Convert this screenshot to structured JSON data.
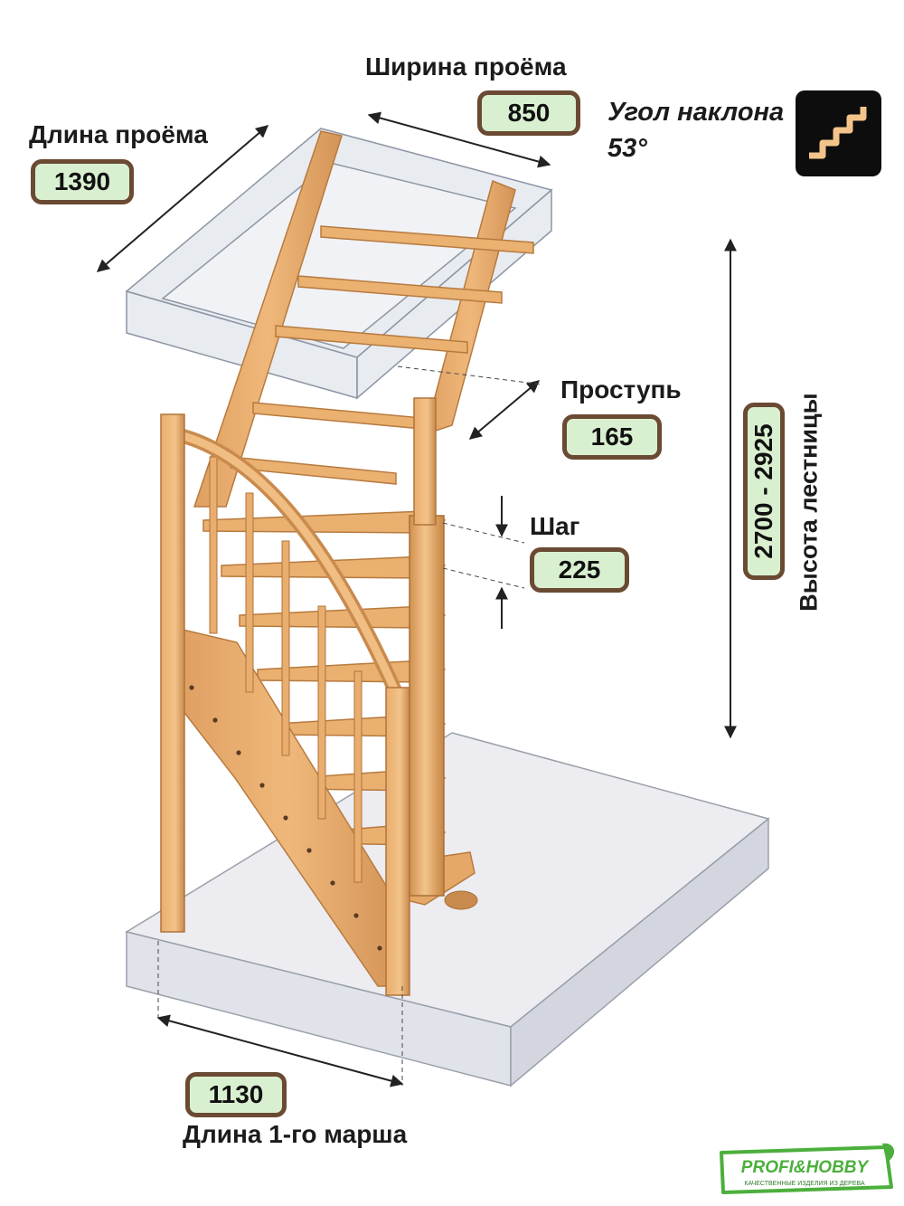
{
  "opening_width": {
    "label": "Ширина проёма",
    "value": "850"
  },
  "opening_length": {
    "label": "Длина проёма",
    "value": "1390"
  },
  "angle": {
    "label": "Угол наклона",
    "value": "53°"
  },
  "tread": {
    "label": "Проступь",
    "value": "165"
  },
  "step": {
    "label": "Шаг",
    "value": "225"
  },
  "stair_height": {
    "label": "Высота лестницы",
    "value": "2700 - 2925"
  },
  "first_flight": {
    "label": "Длина 1-го марша",
    "value": "1130"
  },
  "logo": {
    "brand": "PROFI&HOBBY",
    "tagline": "КАЧЕСТВЕННЫЕ ИЗДЕЛИЯ ИЗ ДЕРЕВА"
  },
  "colors": {
    "badge_fill": "#d9f0d0",
    "badge_border": "#6a4a33",
    "wood": "#e6a868",
    "wood_dark": "#c98a4d",
    "glass": "#d6dce6",
    "logo_green": "#4caf3c"
  },
  "icons": [
    "stairs-angle-icon",
    "leaf-icon"
  ]
}
